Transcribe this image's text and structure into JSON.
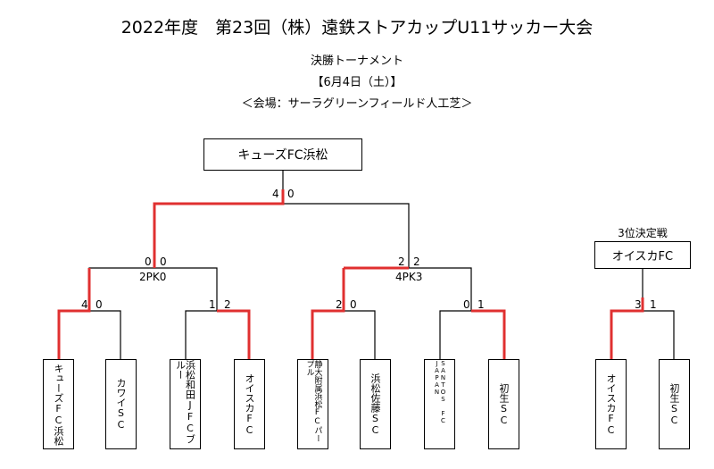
{
  "title": "2022年度　第23回（株）遠鉄ストアカップU11サッカー大会",
  "subtitle": "決勝トーナメント",
  "date": "【6月4日（土）】",
  "venue": "＜会場：サーラグリーンフィールド人工芝＞",
  "champion": "キューズFC浜松",
  "third_place": {
    "label": "3位決定戦",
    "winner": "オイスカFC",
    "score_left": "3",
    "score_right": "1"
  },
  "teams": [
    "キューズFC浜松",
    "カワイSC",
    "浜松和田JFCブルー",
    "オイスカFC",
    "静大附属浜松FCパープル",
    "浜松佐藤SC",
    "SANTOS FC JAPAN",
    "初生SC",
    "オイスカFC",
    "初生SC"
  ],
  "scores": {
    "r1_m1": [
      "4",
      "0"
    ],
    "r1_m2": [
      "1",
      "2"
    ],
    "r1_m3": [
      "2",
      "0"
    ],
    "r1_m4": [
      "0",
      "1"
    ],
    "sf1": [
      "0",
      "0"
    ],
    "sf1_pk": "2PK0",
    "sf2": [
      "2",
      "2"
    ],
    "sf2_pk": "4PK3",
    "final": [
      "4",
      "0"
    ]
  },
  "colors": {
    "win_line": "#e03030",
    "line": "#000000"
  }
}
